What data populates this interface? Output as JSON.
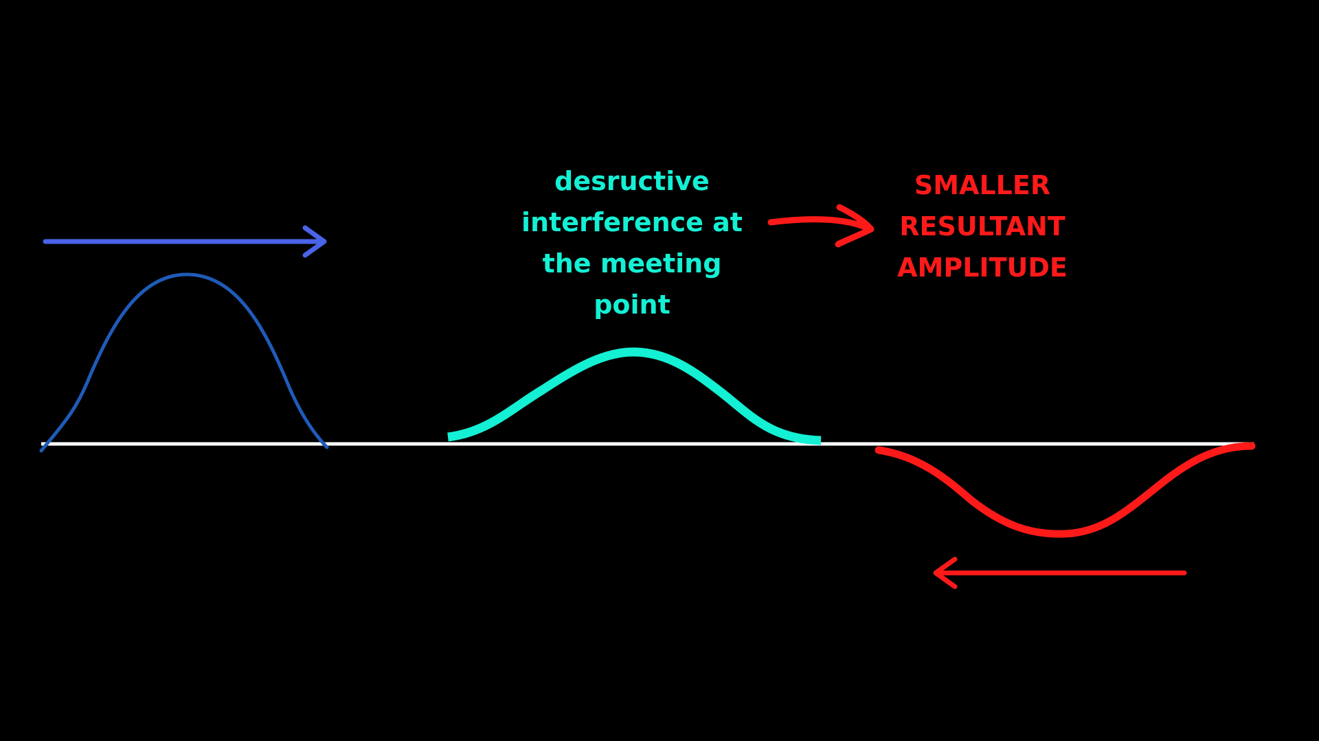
{
  "colors": {
    "background": "#000000",
    "baseline": "#ffffff",
    "incoming_pulse": "#1f5bb8",
    "incoming_arrow": "#4a63e8",
    "interference_pulse": "#14f0d4",
    "interference_text": "#14f0d4",
    "reflected_pulse": "#ff1a1a",
    "result_text": "#ff1a1a"
  },
  "icons": {
    "right_arrow": "arrow-right-icon",
    "left_arrow": "arrow-left-icon",
    "curved_arrow": "curved-arrow-right-icon"
  },
  "text": {
    "interference_lines": [
      "desructive",
      "interference at",
      "the meeting",
      "point"
    ],
    "result_lines": [
      "SMALLER",
      "RESULTANT",
      "AMPLITUDE"
    ]
  }
}
